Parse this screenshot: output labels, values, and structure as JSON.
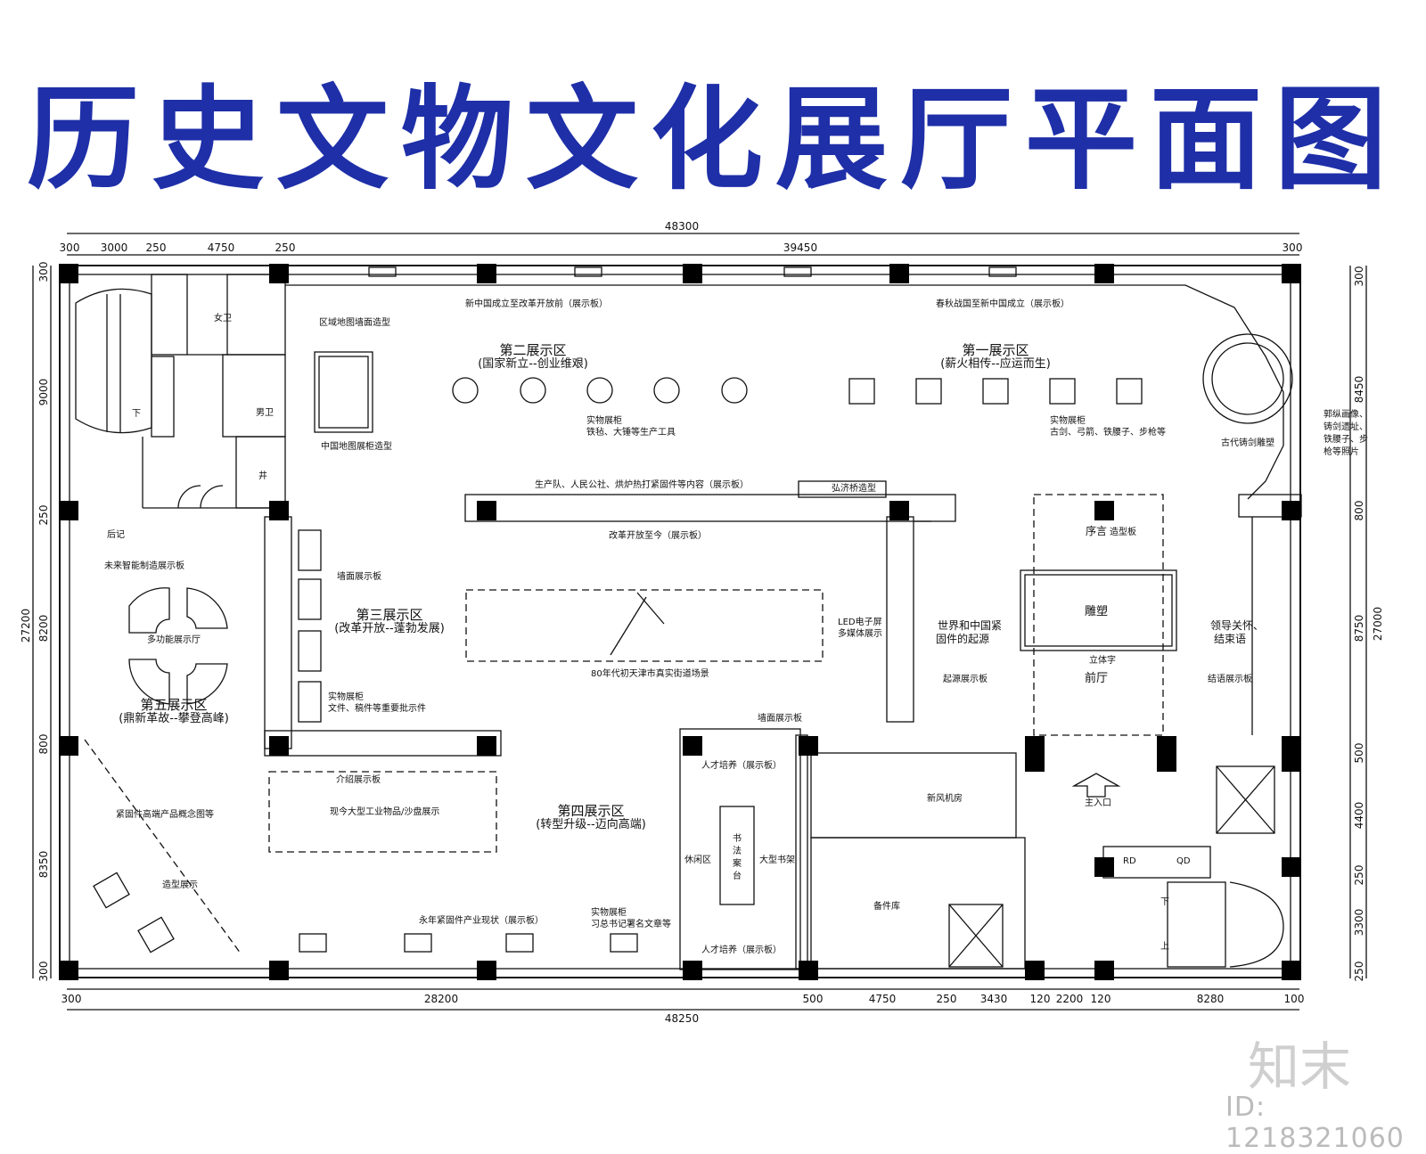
{
  "title": "历史文物文化展厅平面图",
  "watermark": {
    "logo": "知末",
    "id": "ID: 1218321060"
  },
  "dims": {
    "top_total": "48300",
    "top_a": "300",
    "top_b": "3000",
    "top_c": "250",
    "top_d": "4750",
    "top_e": "250",
    "top_f": "39450",
    "top_g": "300",
    "bottom_total": "48250",
    "bottom_a": "300",
    "bottom_b": "28200",
    "bottom_c": "500",
    "bottom_d": "4750",
    "bottom_e": "250",
    "bottom_f": "3430",
    "bottom_g": "120",
    "bottom_h": "2200",
    "bottom_i": "120",
    "bottom_j": "8280",
    "bottom_k": "100",
    "left_total": "27200",
    "left_a": "300",
    "left_b": "9000",
    "left_c": "250",
    "left_d": "8200",
    "left_e": "800",
    "left_f": "8350",
    "left_g": "300",
    "right_total": "27000",
    "right_a": "300",
    "right_b": "8450",
    "right_c": "800",
    "right_d": "8750",
    "right_e": "500",
    "right_f": "4400",
    "right_g": "250",
    "right_h": "3300",
    "right_i": "250"
  },
  "labels": {
    "nv": "女卫",
    "nan": "男卫",
    "jing": "井",
    "xia": "下",
    "xia2": "下",
    "shang": "上",
    "quyu": "区域地图墙面造型",
    "ditugui": "中国地图展柜造型",
    "p_new": "新中国成立至改革开放前（展示板）",
    "p_chunqiu": "春秋战国至新中国成立（展示板）",
    "z2": "第二展示区",
    "z2s": "(国家新立--创业维艰)",
    "z1": "第一展示区",
    "z1s": "(薪火相传--应运而生)",
    "sw1a": "实物展柜",
    "sw1b": "铁毡、大锤等生产工具",
    "sw2a": "实物展柜",
    "sw2b": "古剑、弓箭、铁腰子、步枪等",
    "jian": "古代铸剑雕塑",
    "guo1": "郭纵画像、",
    "guo2": "铸剑遗址、",
    "guo3": "铁腰子、步",
    "guo4": "枪等照片",
    "scd": "生产队、人民公社、烘炉热打紧固件等内容（展示板）",
    "hongji": "弘济桥造型",
    "gaige": "改革开放至今（展示板）",
    "houji": "后记",
    "weilai": "未来智能制造展示板",
    "duogn": "多功能展示厅",
    "z5": "第五展示区",
    "z5s": "(鼎新革故--攀登高峰)",
    "qiangban": "墙面展示板",
    "z3": "第三展示区",
    "z3s": "(改革开放--蓬勃发展)",
    "sw3a": "实物展柜",
    "sw3b": "文件、稿件等重要批示件",
    "jiedao": "80年代初天津市真实街道场景",
    "led1": "LED电子屏",
    "led2": "多媒体展示",
    "shijie1": "世界和中国紧",
    "shijie2": "固件的起源",
    "qiyuan": "起源展示板",
    "xuyan": "序言",
    "xuyan2": "造型板",
    "diaosu": "雕塑",
    "liti": "立体字",
    "qianting": "前厅",
    "lingdao1": "领导关怀、",
    "lingdao2": "结束语",
    "jieyu": "结语展示板",
    "qiangban2": "墙面展示板",
    "jieshao": "介绍展示板",
    "xianjin": "现今大型工业物品/沙盘展示",
    "z4": "第四展示区",
    "z4s": "(转型升级--迈向高端)",
    "rencai1": "人才培养（展示板）",
    "rencai2": "人才培养（展示板）",
    "xiuxian": "休闲区",
    "shu1": "书",
    "shu2": "法",
    "shu3": "案",
    "shu4": "台",
    "shujia": "大型书架",
    "xinfeng": "新风机房",
    "rukou": "主入口",
    "rd": "RD",
    "qd": "QD",
    "beijian": "备件库",
    "jingu": "紧固件高端产品概念图等",
    "zaoxing": "造型展示",
    "yongnian": "永年紧固件产业现状（展示板）",
    "sw4a": "实物展柜",
    "sw4b": "习总书记署名文章等"
  },
  "colors": {
    "title": "#1e2fa8",
    "line": "#111111",
    "column": "#000000"
  }
}
